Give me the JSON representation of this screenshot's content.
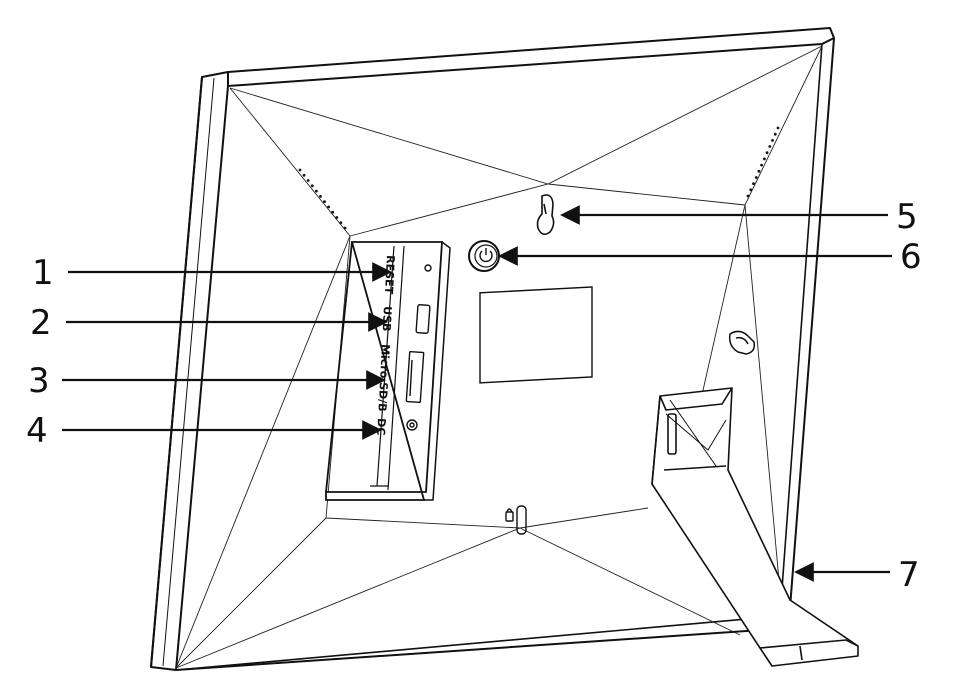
{
  "ports": {
    "reset": "RESET",
    "usb": "USB",
    "microsd": "Micro SD/B",
    "dc": "DC"
  },
  "callouts": [
    "1",
    "2",
    "3",
    "4",
    "5",
    "6",
    "7"
  ]
}
